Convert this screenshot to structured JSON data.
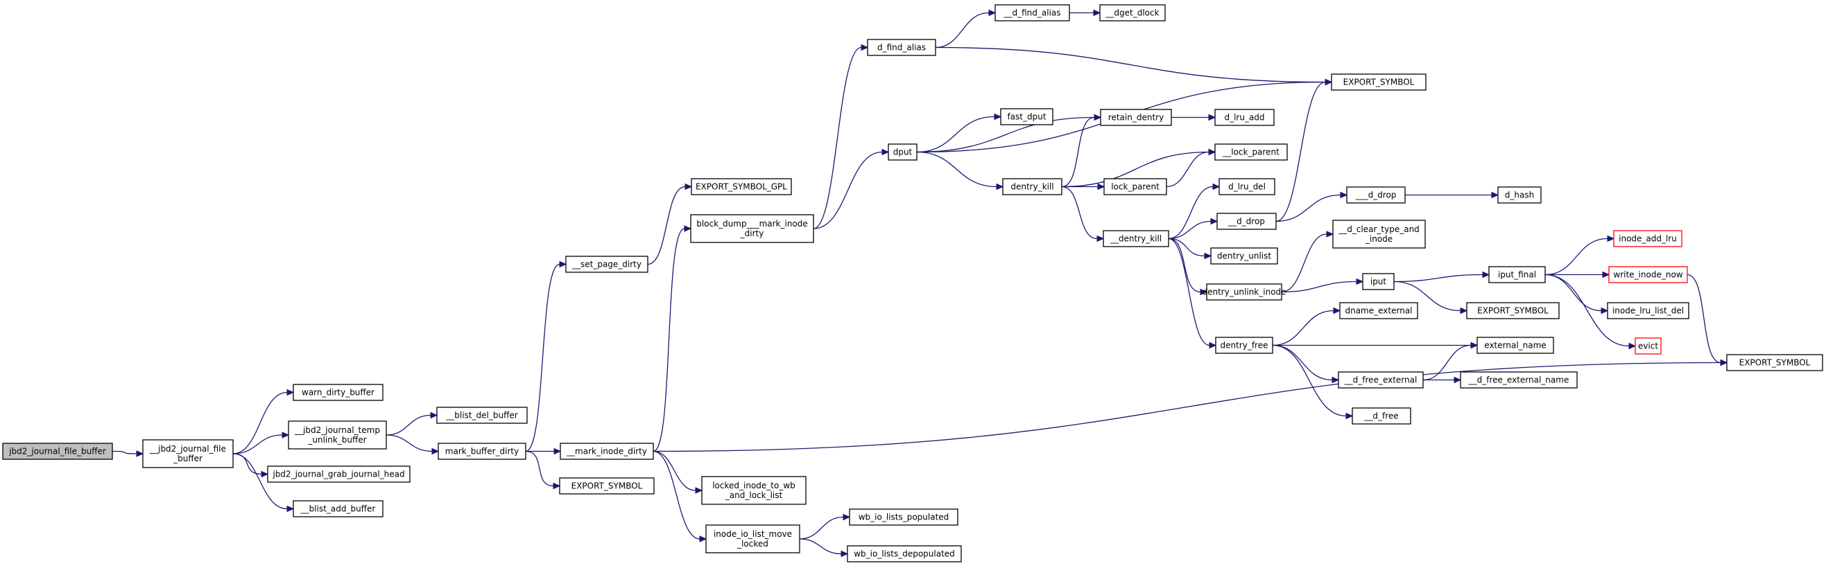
{
  "colors": {
    "edge": "#191970",
    "node_border": "#000000",
    "highlight_border": "#ff0000",
    "root_fill": "#bfbfbf",
    "node_fill": "#ffffff"
  },
  "diagram": {
    "nodes": [
      {
        "id": "root",
        "lines": [
          "jbd2_journal_file_buffer"
        ],
        "root": true
      },
      {
        "id": "jfb",
        "lines": [
          "__jbd2_journal_file",
          "_buffer"
        ]
      },
      {
        "id": "warn",
        "lines": [
          "warn_dirty_buffer"
        ]
      },
      {
        "id": "jtub",
        "lines": [
          "__jbd2_journal_temp",
          "_unlink_buffer"
        ]
      },
      {
        "id": "grab",
        "lines": [
          "jbd2_journal_grab_journal_head"
        ]
      },
      {
        "id": "bab",
        "lines": [
          "__blist_add_buffer"
        ]
      },
      {
        "id": "bdb",
        "lines": [
          "__blist_del_buffer"
        ]
      },
      {
        "id": "mbd",
        "lines": [
          "mark_buffer_dirty"
        ]
      },
      {
        "id": "spd",
        "lines": [
          "__set_page_dirty"
        ]
      },
      {
        "id": "es1",
        "lines": [
          "EXPORT_SYMBOL"
        ]
      },
      {
        "id": "mid",
        "lines": [
          "__mark_inode_dirty"
        ]
      },
      {
        "id": "esg",
        "lines": [
          "EXPORT_SYMBOL_GPL"
        ]
      },
      {
        "id": "bdmid",
        "lines": [
          "block_dump___mark_inode",
          "_dirty"
        ]
      },
      {
        "id": "dfa",
        "lines": [
          "d_find_alias"
        ]
      },
      {
        "id": "dput",
        "lines": [
          "dput"
        ]
      },
      {
        "id": "dfa2",
        "lines": [
          "__d_find_alias"
        ]
      },
      {
        "id": "dgd",
        "lines": [
          "__dget_dlock"
        ]
      },
      {
        "id": "es2",
        "lines": [
          "EXPORT_SYMBOL"
        ]
      },
      {
        "id": "fdput",
        "lines": [
          "fast_dput"
        ]
      },
      {
        "id": "rd",
        "lines": [
          "retain_dentry"
        ]
      },
      {
        "id": "dla",
        "lines": [
          "d_lru_add"
        ]
      },
      {
        "id": "dk",
        "lines": [
          "dentry_kill"
        ]
      },
      {
        "id": "lp2",
        "lines": [
          "__lock_parent"
        ]
      },
      {
        "id": "lp",
        "lines": [
          "lock_parent"
        ]
      },
      {
        "id": "dld",
        "lines": [
          "d_lru_del"
        ]
      },
      {
        "id": "ddrop2",
        "lines": [
          "__d_drop"
        ]
      },
      {
        "id": "ddrop",
        "lines": [
          "___d_drop"
        ]
      },
      {
        "id": "dhash",
        "lines": [
          "d_hash"
        ]
      },
      {
        "id": "dctai",
        "lines": [
          "__d_clear_type_and",
          "_inode"
        ]
      },
      {
        "id": "dk2",
        "lines": [
          "__dentry_kill"
        ]
      },
      {
        "id": "du",
        "lines": [
          "dentry_unlist"
        ]
      },
      {
        "id": "dui",
        "lines": [
          "dentry_unlink_inode"
        ]
      },
      {
        "id": "iput",
        "lines": [
          "iput"
        ]
      },
      {
        "id": "iputf",
        "lines": [
          "iput_final"
        ]
      },
      {
        "id": "ial",
        "lines": [
          "inode_add_lru"
        ],
        "red": true
      },
      {
        "id": "win",
        "lines": [
          "write_inode_now"
        ],
        "red": true
      },
      {
        "id": "es3",
        "lines": [
          "EXPORT_SYMBOL"
        ]
      },
      {
        "id": "illd",
        "lines": [
          "inode_lru_list_del"
        ]
      },
      {
        "id": "evict",
        "lines": [
          "evict"
        ],
        "red": true
      },
      {
        "id": "es4",
        "lines": [
          "EXPORT_SYMBOL"
        ]
      },
      {
        "id": "dext",
        "lines": [
          "dname_external"
        ]
      },
      {
        "id": "df",
        "lines": [
          "dentry_free"
        ]
      },
      {
        "id": "extn",
        "lines": [
          "external_name"
        ]
      },
      {
        "id": "dfe",
        "lines": [
          "__d_free_external"
        ]
      },
      {
        "id": "dfen",
        "lines": [
          "__d_free_external_name"
        ]
      },
      {
        "id": "dfree",
        "lines": [
          "__d_free"
        ]
      },
      {
        "id": "liwb",
        "lines": [
          "locked_inode_to_wb",
          "_and_lock_list"
        ]
      },
      {
        "id": "iilml",
        "lines": [
          "inode_io_list_move",
          "_locked"
        ]
      },
      {
        "id": "wbp",
        "lines": [
          "wb_io_lists_populated"
        ]
      },
      {
        "id": "wbd",
        "lines": [
          "wb_io_lists_depopulated"
        ]
      }
    ],
    "edges": [
      [
        "root",
        "jfb"
      ],
      [
        "jfb",
        "warn"
      ],
      [
        "jfb",
        "jtub"
      ],
      [
        "jfb",
        "grab"
      ],
      [
        "jfb",
        "bab"
      ],
      [
        "jtub",
        "bdb"
      ],
      [
        "jtub",
        "mbd"
      ],
      [
        "mbd",
        "spd"
      ],
      [
        "mbd",
        "mid"
      ],
      [
        "mbd",
        "es1"
      ],
      [
        "spd",
        "esg"
      ],
      [
        "mid",
        "bdmid"
      ],
      [
        "mid",
        "liwb"
      ],
      [
        "mid",
        "iilml"
      ],
      [
        "mid",
        "es4"
      ],
      [
        "bdmid",
        "dfa"
      ],
      [
        "bdmid",
        "dput"
      ],
      [
        "dfa",
        "dfa2"
      ],
      [
        "dfa",
        "es2"
      ],
      [
        "dfa2",
        "dgd"
      ],
      [
        "dput",
        "es2"
      ],
      [
        "dput",
        "fdput"
      ],
      [
        "dput",
        "rd"
      ],
      [
        "dput",
        "dk"
      ],
      [
        "rd",
        "dla"
      ],
      [
        "dk",
        "rd"
      ],
      [
        "dk",
        "lp2"
      ],
      [
        "dk",
        "lp"
      ],
      [
        "dk",
        "dk2"
      ],
      [
        "lp",
        "lp2"
      ],
      [
        "dk2",
        "dld"
      ],
      [
        "dk2",
        "ddrop2"
      ],
      [
        "dk2",
        "du"
      ],
      [
        "dk2",
        "dui"
      ],
      [
        "dk2",
        "df"
      ],
      [
        "ddrop2",
        "es2"
      ],
      [
        "ddrop2",
        "ddrop"
      ],
      [
        "ddrop",
        "dhash"
      ],
      [
        "dui",
        "dctai"
      ],
      [
        "dui",
        "iput"
      ],
      [
        "iput",
        "iputf"
      ],
      [
        "iput",
        "es3"
      ],
      [
        "iputf",
        "ial"
      ],
      [
        "iputf",
        "win"
      ],
      [
        "iputf",
        "illd"
      ],
      [
        "iputf",
        "evict"
      ],
      [
        "win",
        "es4"
      ],
      [
        "df",
        "dext"
      ],
      [
        "df",
        "extn"
      ],
      [
        "df",
        "dfe"
      ],
      [
        "df",
        "dfree"
      ],
      [
        "dfe",
        "extn"
      ],
      [
        "dfe",
        "dfen"
      ],
      [
        "iilml",
        "wbp"
      ],
      [
        "iilml",
        "wbd"
      ]
    ]
  }
}
